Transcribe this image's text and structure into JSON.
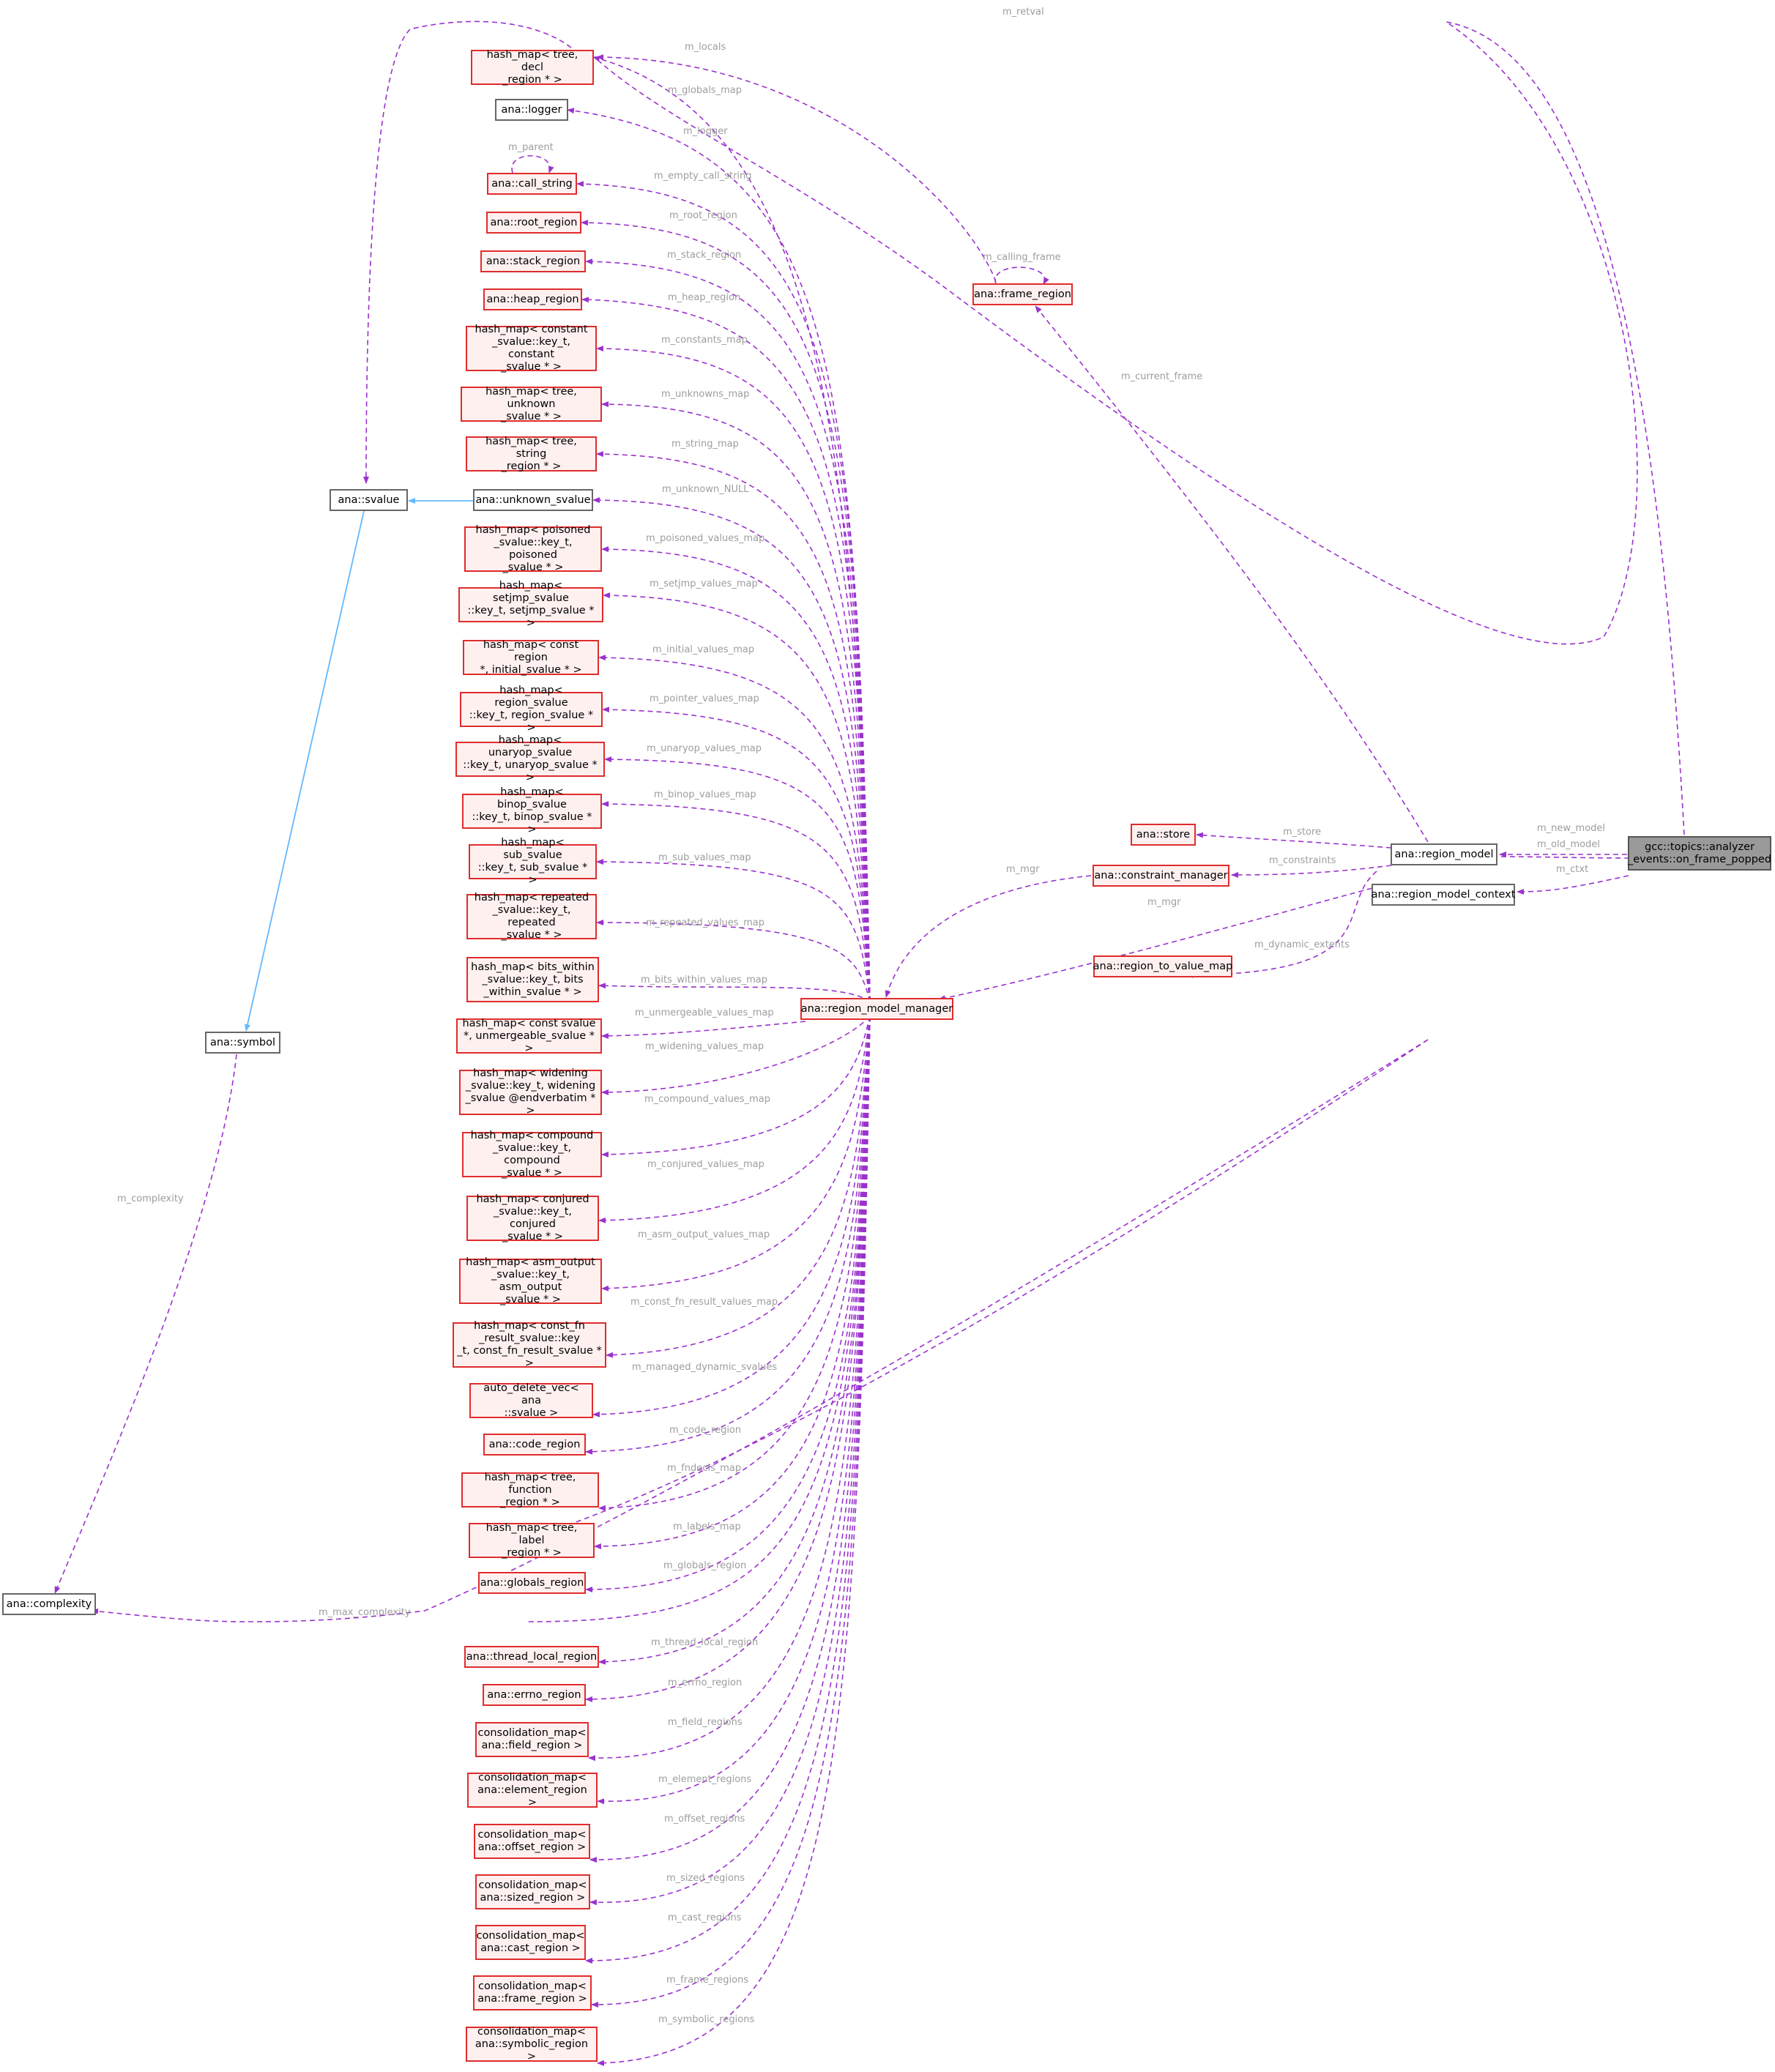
{
  "nodes": {
    "n_hm_decl": "hash_map< tree, decl\n_region * >",
    "n_logger": "ana::logger",
    "n_call_string": "ana::call_string",
    "n_root_region": "ana::root_region",
    "n_stack_region": "ana::stack_region",
    "n_heap_region": "ana::heap_region",
    "n_hm_constant": "hash_map< constant\n_svalue::key_t, constant\n_svalue * >",
    "n_hm_unknown": "hash_map< tree, unknown\n_svalue * >",
    "n_hm_string": "hash_map< tree, string\n_region * >",
    "n_svalue": "ana::svalue",
    "n_unknown_svalue": "ana::unknown_svalue",
    "n_hm_poisoned": "hash_map< poisoned\n_svalue::key_t, poisoned\n_svalue * >",
    "n_hm_setjmp": "hash_map< setjmp_svalue\n::key_t, setjmp_svalue * >",
    "n_hm_initial": "hash_map< const region\n*, initial_svalue * >",
    "n_hm_region_sv": "hash_map< region_svalue\n::key_t, region_svalue * >",
    "n_hm_unaryop": "hash_map< unaryop_svalue\n::key_t, unaryop_svalue * >",
    "n_hm_binop": "hash_map< binop_svalue\n::key_t, binop_svalue * >",
    "n_hm_sub": "hash_map< sub_svalue\n::key_t, sub_svalue * >",
    "n_hm_repeated": "hash_map< repeated\n_svalue::key_t, repeated\n_svalue * >",
    "n_hm_bits": "hash_map< bits_within\n_svalue::key_t, bits\n_within_svalue * >",
    "n_hm_unmergeable": "hash_map< const svalue\n*, unmergeable_svalue * >",
    "n_hm_widening": "hash_map< widening\n_svalue::key_t, widening\n_svalue @endverbatim * >",
    "n_hm_compound": "hash_map< compound\n_svalue::key_t, compound\n_svalue * >",
    "n_hm_conjured": "hash_map< conjured\n_svalue::key_t, conjured\n_svalue * >",
    "n_hm_asm": "hash_map< asm_output\n_svalue::key_t, asm_output\n_svalue * >",
    "n_hm_constfn": "hash_map< const_fn\n_result_svalue::key\n_t, const_fn_result_svalue * >",
    "n_auto_delete": "auto_delete_vec< ana\n::svalue >",
    "n_code_region": "ana::code_region",
    "n_hm_function": "hash_map< tree, function\n_region * >",
    "n_hm_label": "hash_map< tree, label\n_region * >",
    "n_globals_region": "ana::globals_region",
    "n_thread_local": "ana::thread_local_region",
    "n_errno_region": "ana::errno_region",
    "n_cm_field": "consolidation_map<\n ana::field_region >",
    "n_cm_element": "consolidation_map<\n ana::element_region >",
    "n_cm_offset": "consolidation_map<\n ana::offset_region >",
    "n_cm_sized": "consolidation_map<\n ana::sized_region >",
    "n_cm_cast": "consolidation_map<\n ana::cast_region >",
    "n_cm_frame": "consolidation_map<\n ana::frame_region >",
    "n_cm_symbolic": "consolidation_map<\n ana::symbolic_region >",
    "n_symbol": "ana::symbol",
    "n_complexity": "ana::complexity",
    "n_rmm": "ana::region_model_manager",
    "n_frame_region": "ana::frame_region",
    "n_store": "ana::store",
    "n_constraint_manager": "ana::constraint_manager",
    "n_rtvm": "ana::region_to_value_map",
    "n_region_model": "ana::region_model",
    "n_rmc": "ana::region_model_context",
    "n_focus": "gcc::topics::analyzer\n_events::on_frame_popped"
  },
  "edge_labels": {
    "m_retval": "m_retval",
    "m_locals": "m_locals",
    "m_globals_map": "m_globals_map",
    "m_logger": "m_logger",
    "m_parent": "m_parent",
    "m_empty_call_string": "m_empty_call_string",
    "m_root_region": "m_root_region",
    "m_stack_region": "m_stack_region",
    "m_heap_region": "m_heap_region",
    "m_constants_map": "m_constants_map",
    "m_unknowns_map": "m_unknowns_map",
    "m_string_map": "m_string_map",
    "m_unknown_NULL": "m_unknown_NULL",
    "m_poisoned_values_map": "m_poisoned_values_map",
    "m_setjmp_values_map": "m_setjmp_values_map",
    "m_initial_values_map": "m_initial_values_map",
    "m_pointer_values_map": "m_pointer_values_map",
    "m_unaryop_values_map": "m_unaryop_values_map",
    "m_binop_values_map": "m_binop_values_map",
    "m_sub_values_map": "m_sub_values_map",
    "m_repeated_values_map": "m_repeated_values_map",
    "m_bits_within_values_map": "m_bits_within_values_map",
    "m_unmergeable_values_map": "m_unmergeable_values_map",
    "m_widening_values_map": "m_widening_values_map",
    "m_compound_values_map": "m_compound_values_map",
    "m_conjured_values_map": "m_conjured_values_map",
    "m_asm_output_values_map": "m_asm_output_values_map",
    "m_const_fn_result_values_map": "m_const_fn_result_values_map",
    "m_managed_dynamic_svalues": "m_managed_dynamic_svalues",
    "m_code_region": "m_code_region",
    "m_fndecls_map": "m_fndecls_map",
    "m_labels_map": "m_labels_map",
    "m_globals_region": "m_globals_region",
    "m_max_complexity": "m_max_complexity",
    "m_thread_local_region": "m_thread_local_region",
    "m_errno_region": "m_errno_region",
    "m_field_regions": "m_field_regions",
    "m_element_regions": "m_element_regions",
    "m_offset_regions": "m_offset_regions",
    "m_sized_regions": "m_sized_regions",
    "m_cast_regions": "m_cast_regions",
    "m_frame_regions": "m_frame_regions",
    "m_symbolic_regions": "m_symbolic_regions",
    "m_calling_frame": "m_calling_frame",
    "m_current_frame": "m_current_frame",
    "m_complexity": "m_complexity",
    "m_store": "m_store",
    "m_constraints": "m_constraints",
    "m_mgr_cm": "m_mgr",
    "m_mgr_rm": "m_mgr",
    "m_dynamic_extents": "m_dynamic_extents",
    "m_new_model": "m_new_model",
    "m_old_model": "m_old_model",
    "m_ctxt": "m_ctxt"
  },
  "colors": {
    "edge_member": "#9a32cd",
    "edge_inherit": "#63b8ff",
    "node_border_red": "#e02c2c",
    "node_fill_red": "#fff0f0",
    "node_fill_focus": "#9a9a9a",
    "label_text": "#9d9d9d"
  }
}
